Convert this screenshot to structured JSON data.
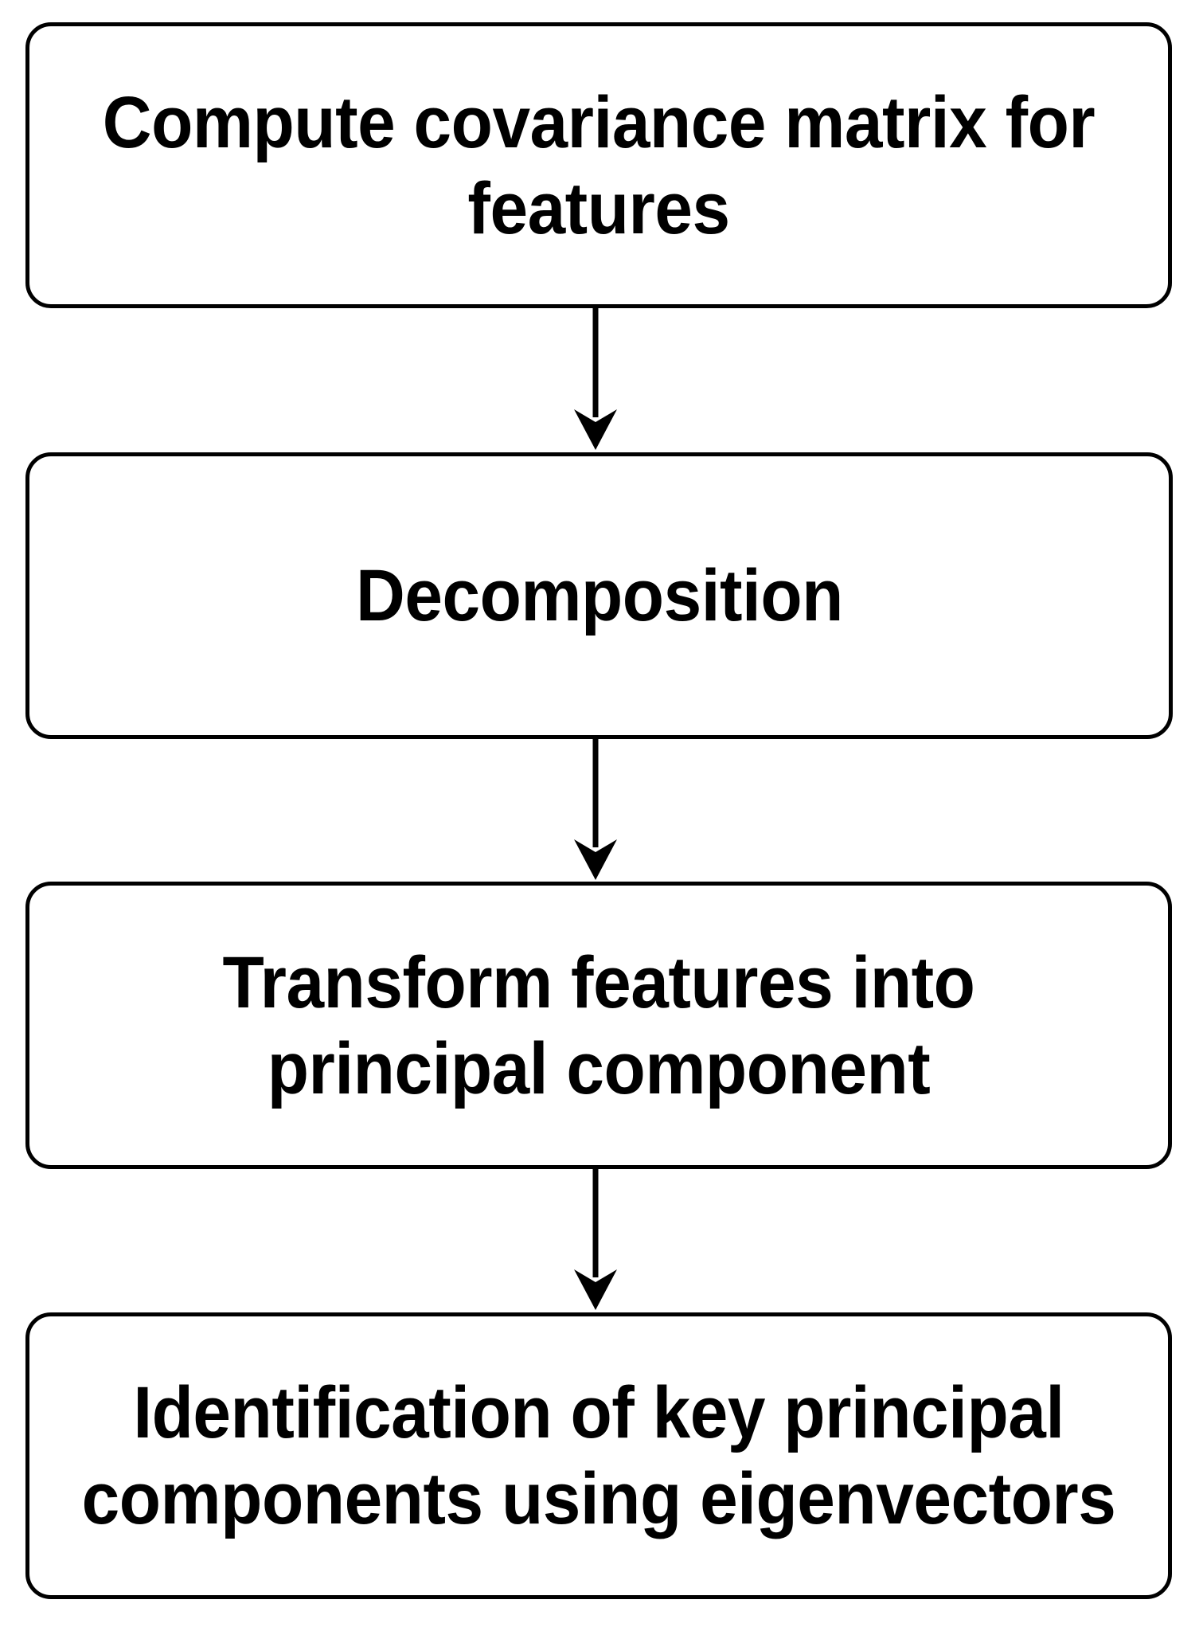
{
  "diagram": {
    "title": "PCA processing pipeline flowchart",
    "type": "flowchart",
    "orientation": "top-to-bottom",
    "background_color": "#ffffff",
    "stroke_color": "#000000",
    "fill_color": "#ffffff",
    "nodes": [
      {
        "id": "node-1",
        "label": "Compute covariance matrix for features",
        "shape": "rounded-rectangle"
      },
      {
        "id": "node-2",
        "label": "Decomposition",
        "shape": "rounded-rectangle"
      },
      {
        "id": "node-3",
        "label": "Transform features into principal component",
        "shape": "rounded-rectangle"
      },
      {
        "id": "node-4",
        "label": "Identification of key principal components using eigenvectors",
        "shape": "rounded-rectangle"
      }
    ],
    "edges": [
      {
        "id": "edge-1",
        "from": "node-1",
        "to": "node-2",
        "style": "solid-arrow",
        "label": ""
      },
      {
        "id": "edge-2",
        "from": "node-2",
        "to": "node-3",
        "style": "solid-arrow",
        "label": ""
      },
      {
        "id": "edge-3",
        "from": "node-3",
        "to": "node-4",
        "style": "solid-arrow",
        "label": ""
      }
    ]
  }
}
